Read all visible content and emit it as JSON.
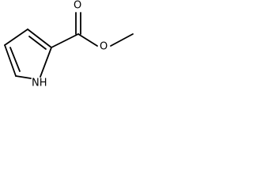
{
  "structure": {
    "atoms": {
      "carbonyl_oxygen": "O",
      "ester_oxygen": "O",
      "ring_nitrogen": "NH"
    }
  }
}
